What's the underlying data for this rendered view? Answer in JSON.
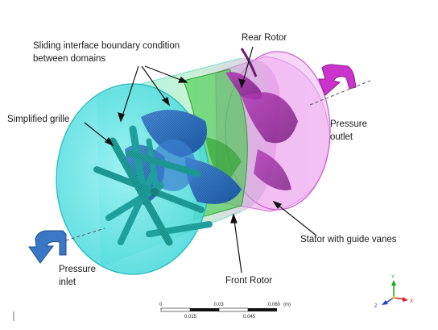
{
  "labels": {
    "sliding_interface_line1": "Sliding interface boundary condition",
    "sliding_interface_line2": "between domains",
    "rear_rotor": "Rear Rotor",
    "simplified_grille": "Simplified grille",
    "pressure_outlet_line1": "Pressure",
    "pressure_outlet_line2": "outlet",
    "stator": "Stator with guide vanes",
    "pressure_inlet_line1": "Pressure",
    "pressure_inlet_line2": "inlet",
    "front_rotor": "Front Rotor"
  },
  "scale_bar": {
    "top_ticks": [
      "0",
      "0.03",
      "0.060"
    ],
    "unit": "(m)",
    "bottom_ticks": [
      "0.015",
      "0.045"
    ]
  },
  "triad": {
    "y_axis": "Y",
    "x_axis": "X",
    "z_axis": "Z"
  },
  "colors": {
    "inlet_domain": "#46e0e0",
    "rear_domain": "#e05ae6",
    "stator_domain": "#33cc33",
    "rotor_blades": "#2a6fbf",
    "grille": "#2aaaa6",
    "inlet_arrow": "#3a78c6",
    "outlet_arrow": "#cc33cc"
  }
}
